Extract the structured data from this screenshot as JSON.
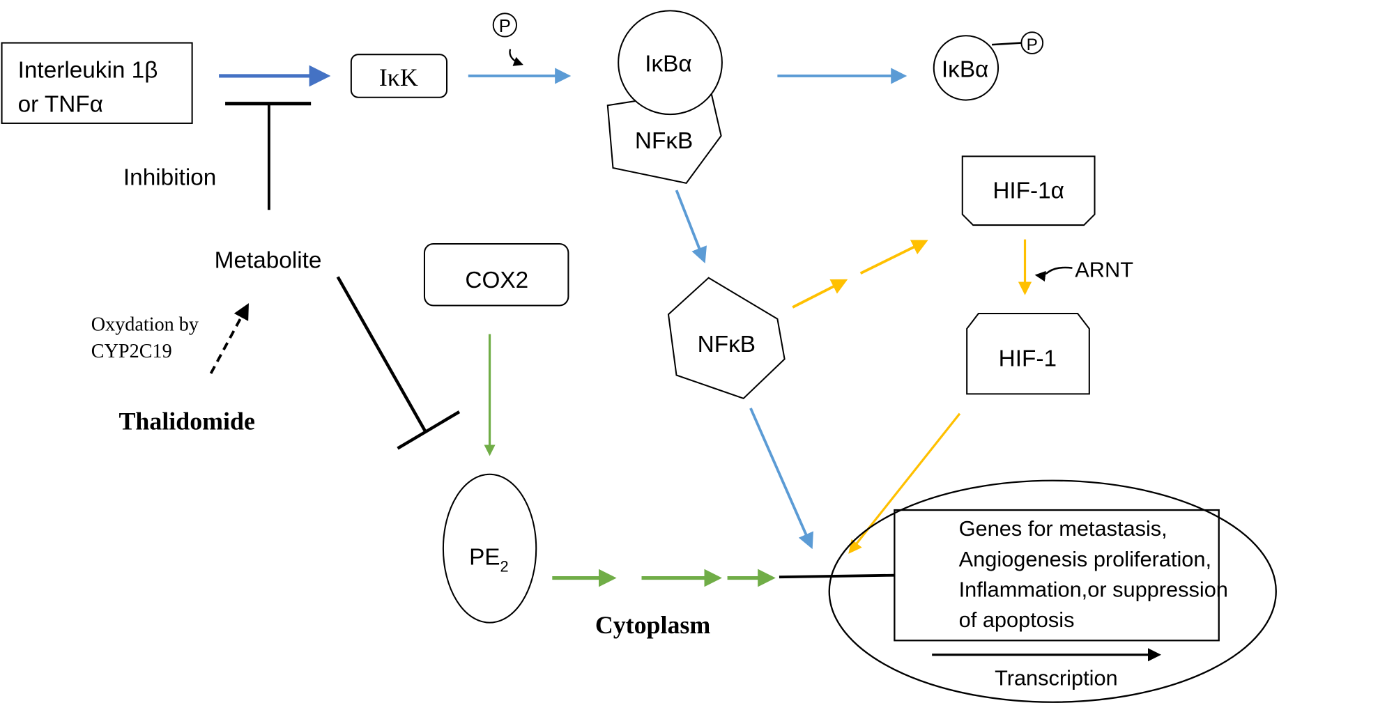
{
  "title": "Thalidomide mechanism: inhibition of NF-kB, COX2 and HIF-1 signaling",
  "colors": {
    "dark_blue": "#4472C4",
    "blue": "#5B9BD5",
    "yellow": "#FFC000",
    "green": "#70AD47",
    "black": "#000000"
  },
  "nodes": {
    "stimulus": {
      "line1": "Interleukin 1β",
      "line2": "or TNFα"
    },
    "ikk": "IκK",
    "phosphate": "P",
    "ikba_complex": "IκBα",
    "nfkb_complex": "NFκB",
    "ikba_phosphorylated": "IκBα",
    "phosphate_bound": "P",
    "hif1a": "HIF-1α",
    "arnt": "ARNT",
    "hif1": "HIF-1",
    "nfkb_free": "NFκB",
    "cox2": "COX2",
    "pe2": {
      "main": "PE",
      "sub": "2"
    },
    "metabolite": "Metabolite",
    "thalidomide": "Thalidomide",
    "oxidation": {
      "line1": "Oxydation by",
      "line2": "CYP2C19"
    },
    "inhibition": "Inhibition",
    "cytoplasm": "Cytoplasm",
    "genes": {
      "line1": "Genes for metastasis,",
      "line2": "Angiogenesis proliferation,",
      "line3": "Inflammation,or suppression",
      "line4": "of apoptosis"
    },
    "transcription": "Transcription"
  }
}
